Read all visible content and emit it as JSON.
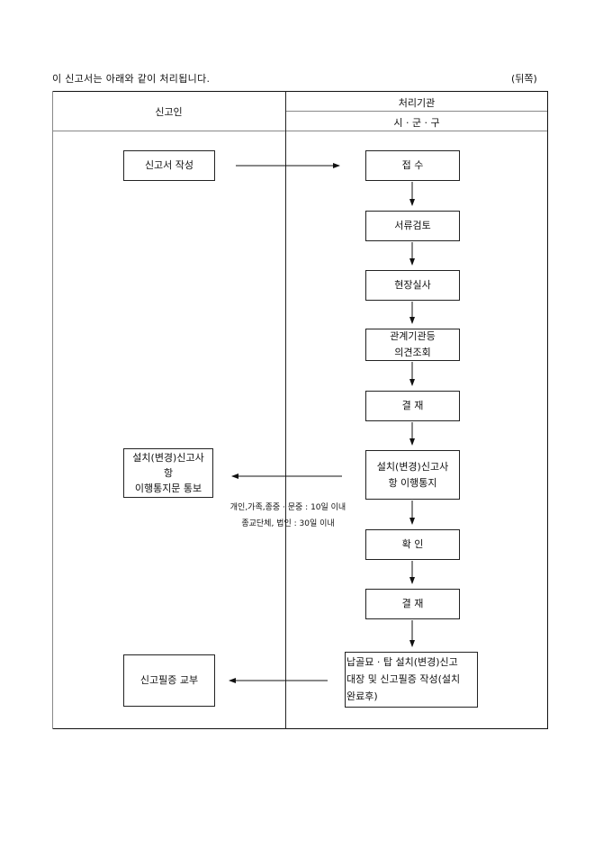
{
  "document": {
    "intro": "이 신고서는 아래와 같이 처리됩니다.",
    "side_label": "(뒤쪽)"
  },
  "table": {
    "col_applicant": "신고인",
    "col_processor": "처리기관",
    "col_processor_sub": "시 · 군 · 구"
  },
  "applicant_steps": [
    "신고서 작성",
    "설치(변경)신고사\n항\n이행통지문 통보",
    "신고필증 교부"
  ],
  "processor_steps": [
    "접   수",
    "서류검토",
    "현장실사",
    "관계기관등\n의견조회",
    "결   재",
    "설치(변경)신고사\n항 이행통지",
    "확   인",
    "결   재",
    "납골묘 · 탑    설치(변경)신고\n대장 및 신고필증 작성(설치\n완료후)"
  ],
  "notes": [
    "개인,가족,종중 · 문중 : 10일 이내",
    "종교단체, 법인 : 30일 이내"
  ]
}
